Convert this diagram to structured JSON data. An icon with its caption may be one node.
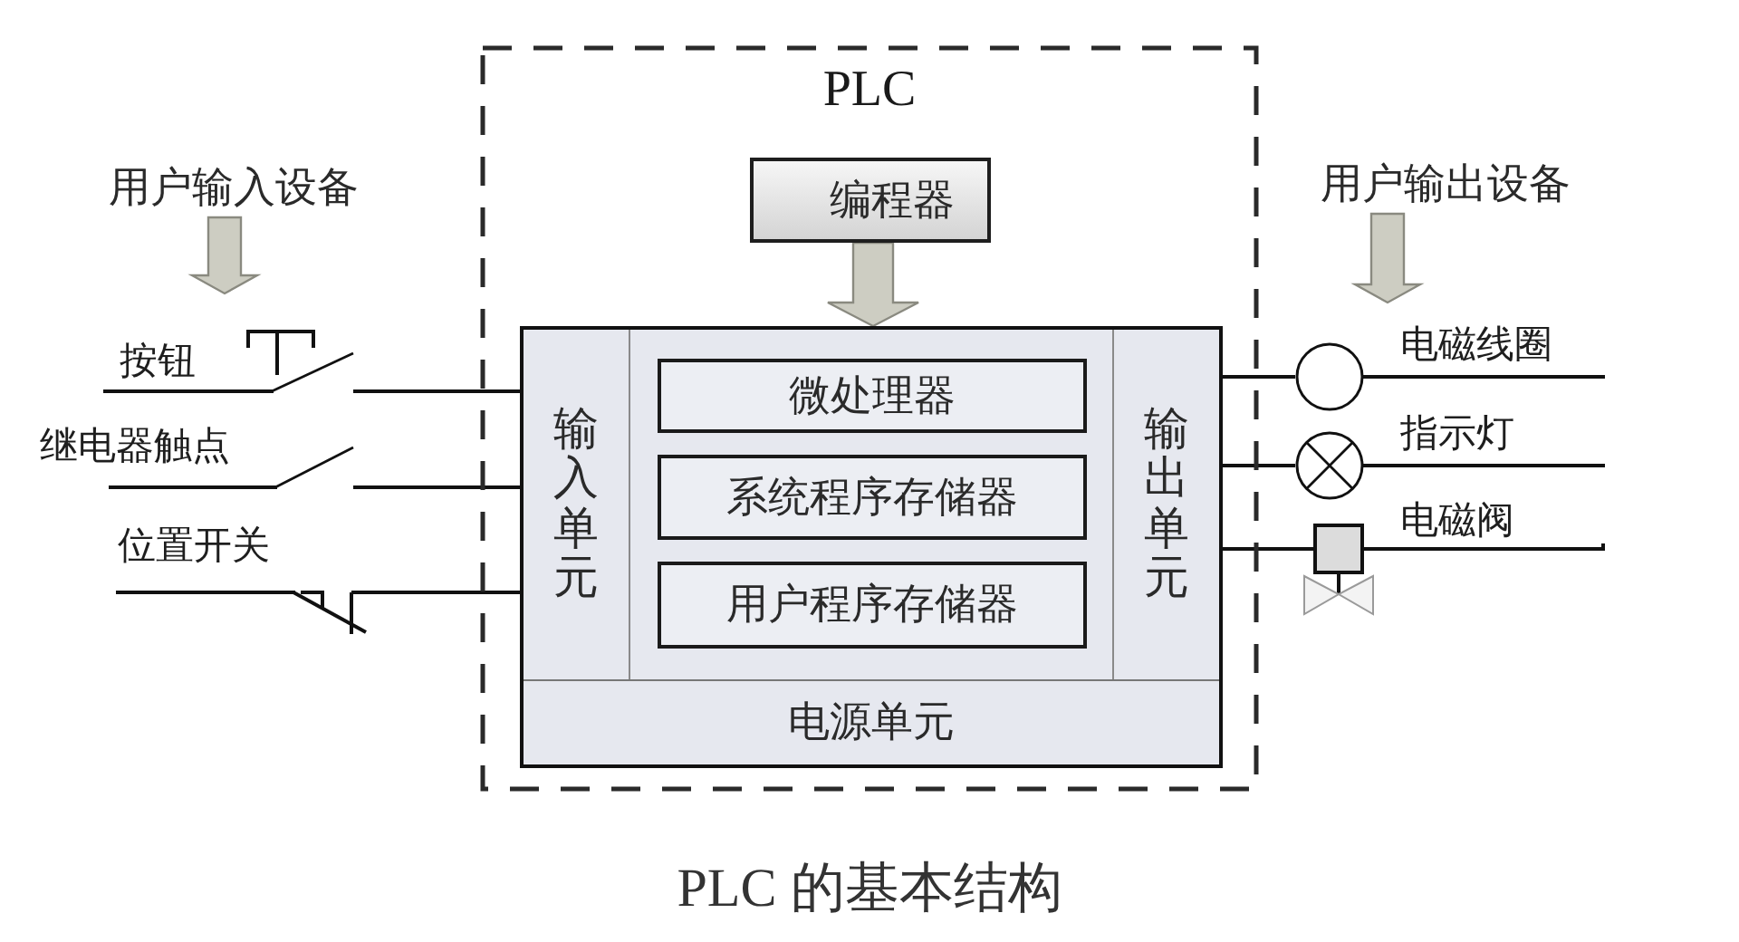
{
  "diagram": {
    "caption": "PLC 的基本结构",
    "nodes": [
      {
        "text": [
          "PLC"
        ]
      },
      {
        "text": [
          "编程器"
        ],
        "in": 0
      },
      {
        "text": [],
        "shape": "box",
        "in": 0
      },
      {
        "text": [
          "输入单元"
        ],
        "in": 2
      },
      {
        "text": [
          "微处理器"
        ],
        "in": 2
      },
      {
        "text": [
          "系统程序存储器"
        ],
        "in": 2
      },
      {
        "text": [
          "用户程序存储器"
        ],
        "in": 2
      },
      {
        "text": [
          "输出单元"
        ],
        "in": 2
      },
      {
        "text": [
          "电源单元"
        ],
        "in": 2
      },
      {
        "text": [
          "用户输入设备"
        ]
      },
      {
        "text": [
          "按钮"
        ]
      },
      {
        "text": [
          "继电器触点"
        ]
      },
      {
        "text": [
          "位置开关"
        ]
      },
      {
        "text": [
          "用户输出设备"
        ]
      },
      {
        "text": [
          "电磁线圈"
        ]
      },
      {
        "text": [
          "指示灯"
        ]
      },
      {
        "text": [
          "电磁阀"
        ]
      }
    ],
    "edges": [
      {
        "from": 1,
        "to": 2,
        "arrow": "to",
        "style": "thick",
        "color": "#cdcdc2"
      },
      {
        "from": 9,
        "to": null,
        "arrow": "to",
        "style": "thick",
        "color": "#cdcdc2"
      },
      {
        "from": 13,
        "to": null,
        "arrow": "to",
        "style": "thick",
        "color": "#cdcdc2"
      },
      {
        "from": 10,
        "to": 3,
        "arrow": "none"
      },
      {
        "from": 11,
        "to": 3,
        "arrow": "none"
      },
      {
        "from": 12,
        "to": 3,
        "arrow": "none"
      },
      {
        "from": 7,
        "to": 14,
        "arrow": "none"
      },
      {
        "from": 7,
        "to": 15,
        "arrow": "none"
      },
      {
        "from": 7,
        "to": 16,
        "arrow": "none"
      }
    ]
  }
}
